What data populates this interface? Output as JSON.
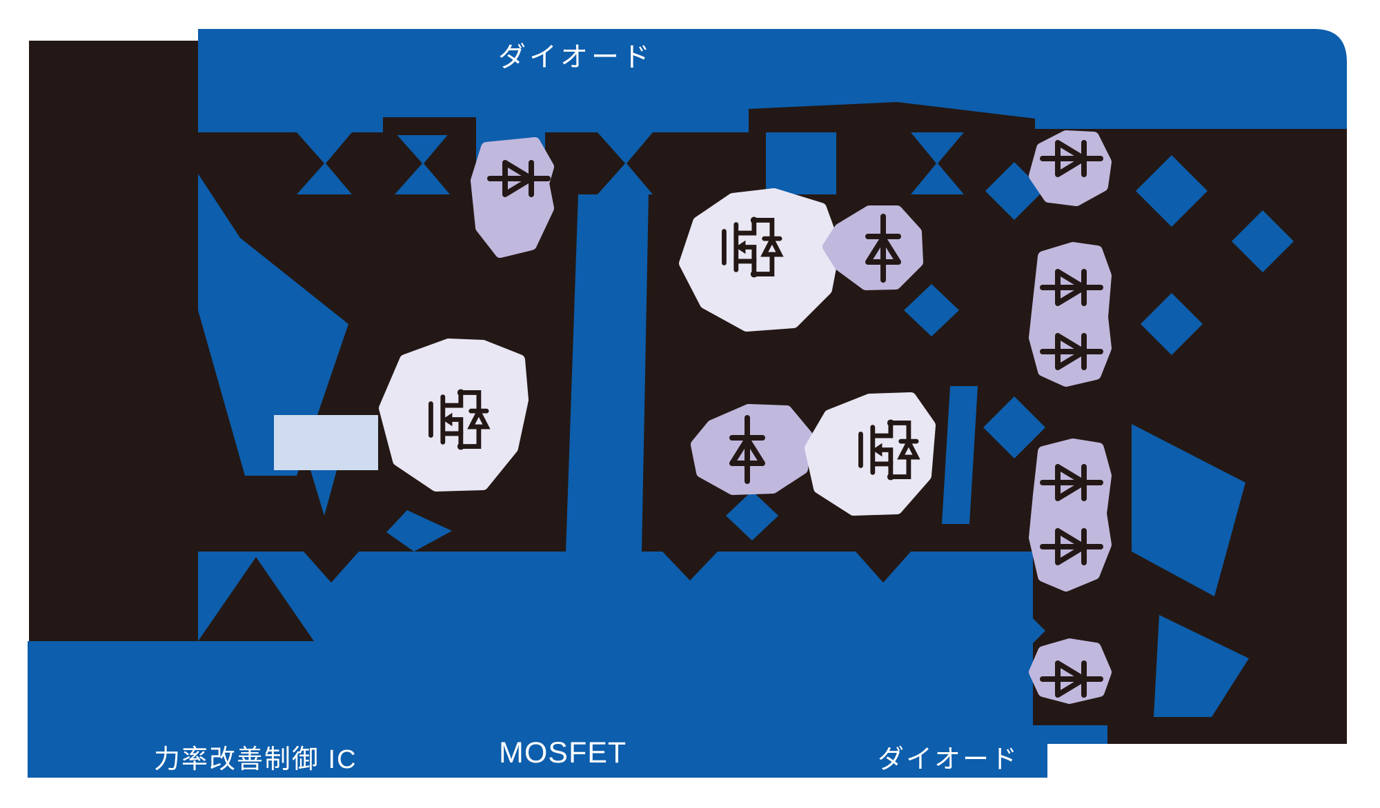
{
  "diagram": {
    "kind": "power-supply-circuit-illustration",
    "labels": {
      "top_diode": "ダイオード",
      "pfc_ic": "力率改善制御 IC",
      "mosfet": "MOSFET",
      "bottom_diode": "ダイオード"
    },
    "colors": {
      "page_background": "#ffffff",
      "panel_blue": "#0d5eac",
      "ink_black": "#231815",
      "highlight_lavender": "#c1b8dd",
      "highlight_pale_lavender": "#e9e7f4",
      "ic_block": "#cfdcef",
      "label_text": "#ffffff"
    },
    "components": {
      "input_rectifier_diode": {
        "symbol": "diode",
        "orientation": "right",
        "highlight": "lavender"
      },
      "pfc_control_ic": {
        "symbol": "rectangle-block"
      },
      "pfc_mosfet": {
        "symbol": "n-mosfet-with-body-diode",
        "highlight": "pale-lavender"
      },
      "upper_switch_mosfet": {
        "symbol": "n-mosfet-with-body-diode",
        "highlight": "pale-lavender"
      },
      "upper_freewheel_diode": {
        "symbol": "diode",
        "orientation": "up",
        "highlight": "lavender"
      },
      "lower_freewheel_diode": {
        "symbol": "diode",
        "orientation": "up",
        "highlight": "lavender"
      },
      "lower_switch_mosfet": {
        "symbol": "n-mosfet-with-body-diode",
        "highlight": "pale-lavender"
      },
      "output_diode_column": {
        "symbol": "diode",
        "orientation": "right",
        "count": 6,
        "highlight": "lavender"
      }
    }
  }
}
